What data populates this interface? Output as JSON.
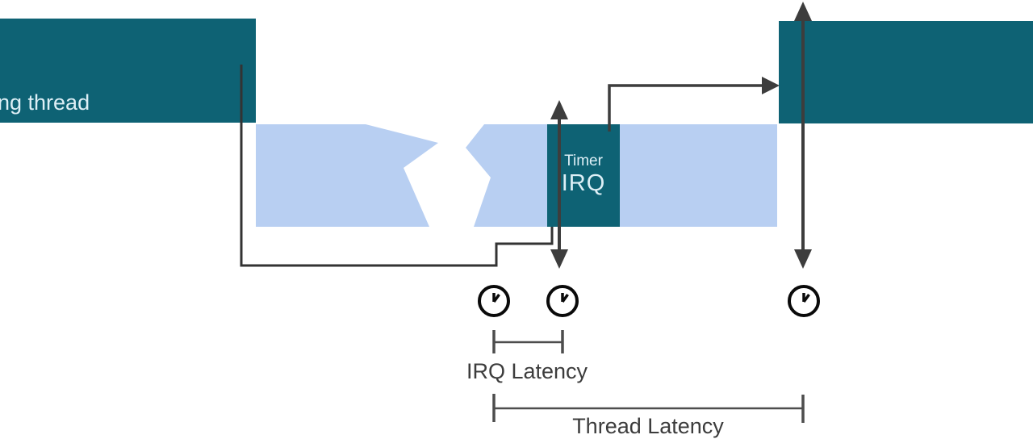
{
  "colors": {
    "background": "#ffffff",
    "teal": "#0e6274",
    "band": "#b8cff2",
    "connector": "#333333",
    "arrow": "#3d3d3d",
    "bracket": "#4d4d4d",
    "label": "#3c3c3c",
    "block_text": "#ddeff6",
    "clock": "#0a0a0a"
  },
  "diagram": {
    "thread_block_label": "ng thread",
    "timer_box": {
      "line1": "Timer",
      "line2": "IRQ"
    },
    "irq_latency_label": "IRQ Latency",
    "thread_latency_label": "Thread Latency",
    "icons": {
      "clock": "clock-icon"
    }
  }
}
